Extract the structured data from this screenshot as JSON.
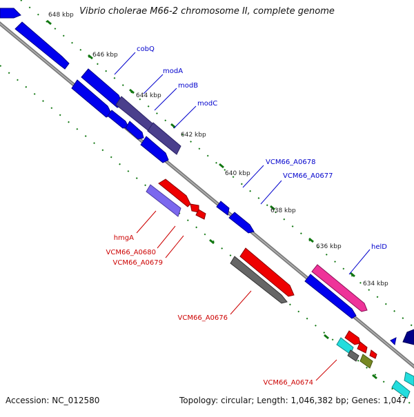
{
  "title": "Vibrio cholerae M66-2 chromosome II, complete genome",
  "footer": {
    "accession": "Accession: NC_012580",
    "summary": "Topology: circular; Length: 1,046,382 bp; Genes: 1,047"
  },
  "colors": {
    "forward_gene": "#0000ee",
    "forward_operon": "#4a3f8c",
    "reverse_gene": "#ee0000",
    "reverse_light": "#7b68ee",
    "pseudo_gene": "#666666",
    "hel_gene": "#ee3399",
    "cyan_gene": "#22dddd",
    "olive_gene": "#778822",
    "backbone": "#808080",
    "ruler": "#117711",
    "forward_label": "#0000cc",
    "reverse_label": "#cc0000"
  },
  "ruler_labels": [
    "648 kbp",
    "646 kbp",
    "644 kbp",
    "642 kbp",
    "640 kbp",
    "638 kbp",
    "636 kbp",
    "634 kbp"
  ],
  "forward_gene_labels": [
    "cobQ",
    "modA",
    "modB",
    "modC",
    "VCM66_A0678",
    "VCM66_A0677",
    "helD"
  ],
  "reverse_gene_labels": [
    "hmgA",
    "VCM66_A0680",
    "VCM66_A0679",
    "VCM66_A0676",
    "VCM66_A0674"
  ]
}
